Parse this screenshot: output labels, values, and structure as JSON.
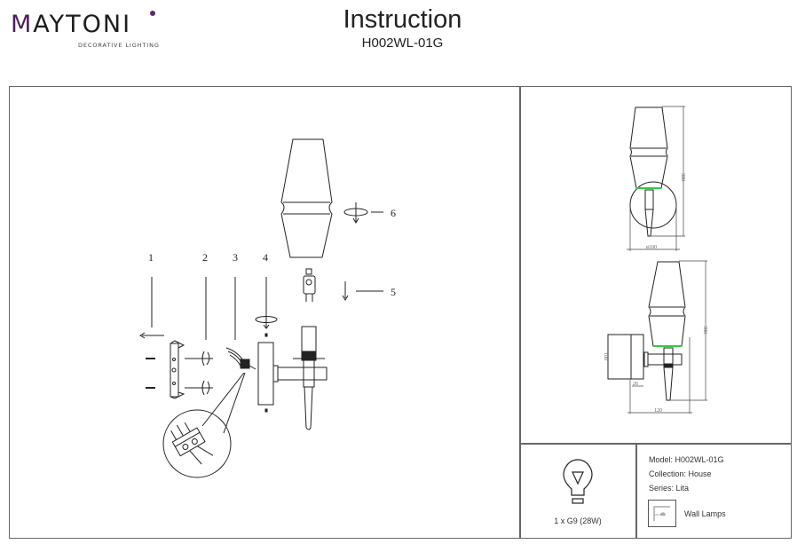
{
  "header": {
    "brand": "MAYTONI",
    "brand_first_letter": "M",
    "brand_rest": "AYTONI",
    "tagline": "DECORATIVE LIGHTING",
    "title": "Instruction",
    "model_code": "H002WL-01G"
  },
  "assembly": {
    "step_labels": [
      "1",
      "2",
      "3",
      "4",
      "5",
      "6"
    ]
  },
  "dimensions": {
    "front_height": "300",
    "front_diameter": "ø100",
    "side_height": "300",
    "side_base_height": "100",
    "side_base_depth": "26",
    "side_projection": "120"
  },
  "specs": {
    "bulb_icon": "lightbulb-icon",
    "bulb": "1 x G9 (28W)",
    "model": "Model: H002WL-01G",
    "collection": "Collection: House",
    "series": "Series: Lita",
    "category_icon": "wall-lamp-icon",
    "category": "Wall Lamps"
  },
  "colors": {
    "brand_accent": "#5a2a6e",
    "highlight_green": "#2ecc40"
  }
}
